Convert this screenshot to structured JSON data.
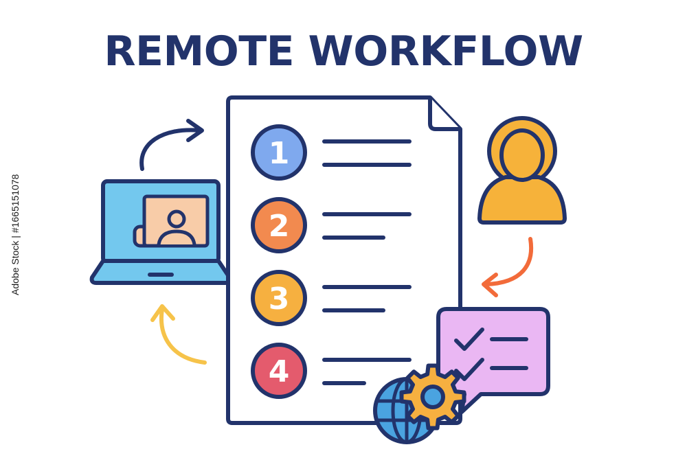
{
  "title": "REMOTE WORKFLOW",
  "steps": [
    {
      "number": "1",
      "color": "#7fa9ee"
    },
    {
      "number": "2",
      "color": "#f28a4f"
    },
    {
      "number": "3",
      "color": "#f6b040"
    },
    {
      "number": "4",
      "color": "#e45b6d"
    }
  ],
  "colors": {
    "outline": "#22336b",
    "laptop_screen": "#73c8ee",
    "video_card": "#f8cca8",
    "person": "#f6b23a",
    "chat_bubble": "#eab7f3",
    "globe": "#4aa3e0",
    "gear": "#f6b040",
    "arrow_blue": "#22336b",
    "arrow_orange": "#f26b3a",
    "arrow_yellow": "#f6c34a"
  },
  "icons": [
    "laptop-icon",
    "video-call-icon",
    "checklist-document-icon",
    "user-avatar-icon",
    "chat-checklist-icon",
    "globe-icon",
    "gear-icon"
  ],
  "watermark": "Adobe Stock | #1665151078"
}
